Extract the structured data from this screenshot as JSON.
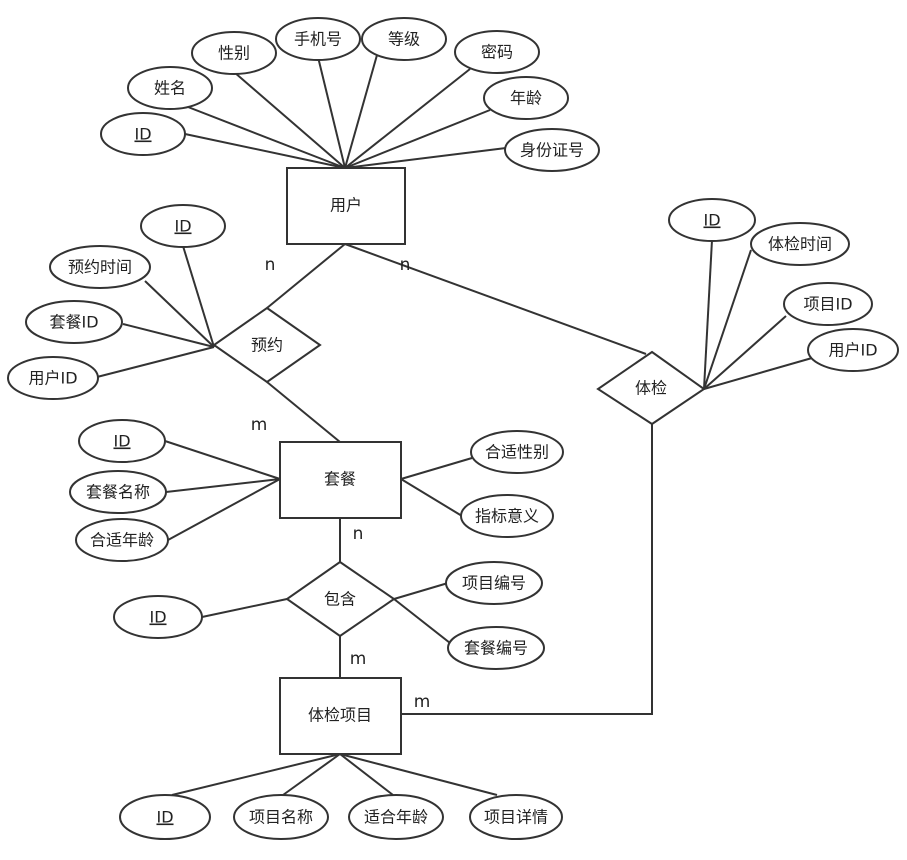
{
  "diagram": {
    "entities": {
      "user": "用户",
      "package": "套餐",
      "exam_item": "体检项目"
    },
    "relations": {
      "reserve": "预约",
      "exam": "体检",
      "contain": "包含"
    },
    "user_attrs": {
      "id": "ID",
      "name": "姓名",
      "gender": "性别",
      "phone": "手机号",
      "level": "等级",
      "password": "密码",
      "age": "年龄",
      "idcard": "身份证号"
    },
    "reserve_attrs": {
      "id": "ID",
      "time": "预约时间",
      "package_id": "套餐ID",
      "user_id": "用户ID"
    },
    "exam_attrs": {
      "id": "ID",
      "time": "体检时间",
      "item_id": "项目ID",
      "user_id": "用户ID"
    },
    "package_attrs": {
      "id": "ID",
      "name": "套餐名称",
      "age": "合适年龄",
      "gender": "合适性别",
      "meaning": "指标意义"
    },
    "contain_attrs": {
      "id": "ID",
      "item_no": "项目编号",
      "package_no": "套餐编号"
    },
    "item_attrs": {
      "id": "ID",
      "name": "项目名称",
      "age": "适合年龄",
      "detail": "项目详情"
    },
    "cardinality": {
      "user_reserve": "n",
      "user_exam": "n",
      "reserve_package": "m",
      "package_contain": "n",
      "contain_item": "m",
      "exam_item": "m"
    }
  }
}
